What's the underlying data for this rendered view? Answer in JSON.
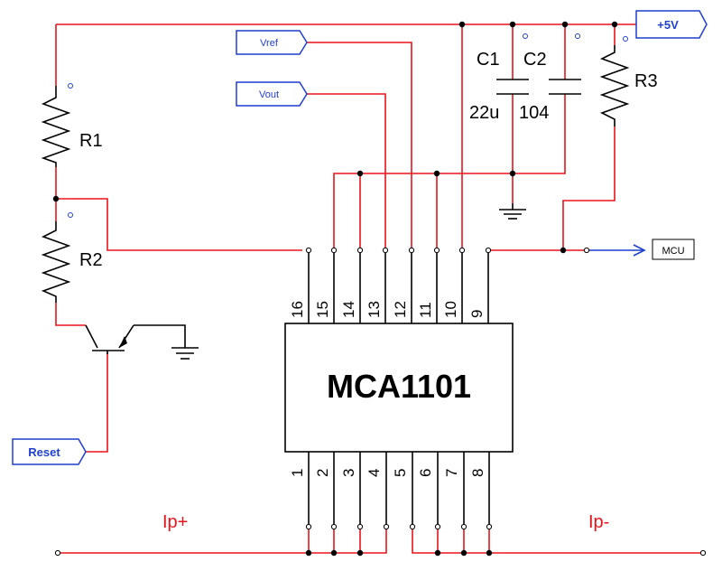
{
  "chip": {
    "name": "MCA1101",
    "pins_top": [
      "16",
      "15",
      "14",
      "13",
      "12",
      "11",
      "10",
      "9"
    ],
    "pins_bottom": [
      "1",
      "2",
      "3",
      "4",
      "5",
      "6",
      "7",
      "8"
    ]
  },
  "components": {
    "r1": "R1",
    "r2": "R2",
    "r3": "R3",
    "c1": "C1",
    "c2": "C2",
    "c1_value": "22u",
    "c2_value": "104"
  },
  "ports": {
    "vref": "Vref",
    "vout": "Vout",
    "vcc": "+5V",
    "mcu": "MCU",
    "reset": "Reset"
  },
  "current_labels": {
    "ip_plus": "Ip+",
    "ip_minus": "Ip-"
  },
  "colors": {
    "wire": "#e8141b",
    "lead": "#000000",
    "port": "#1f3fd0"
  }
}
